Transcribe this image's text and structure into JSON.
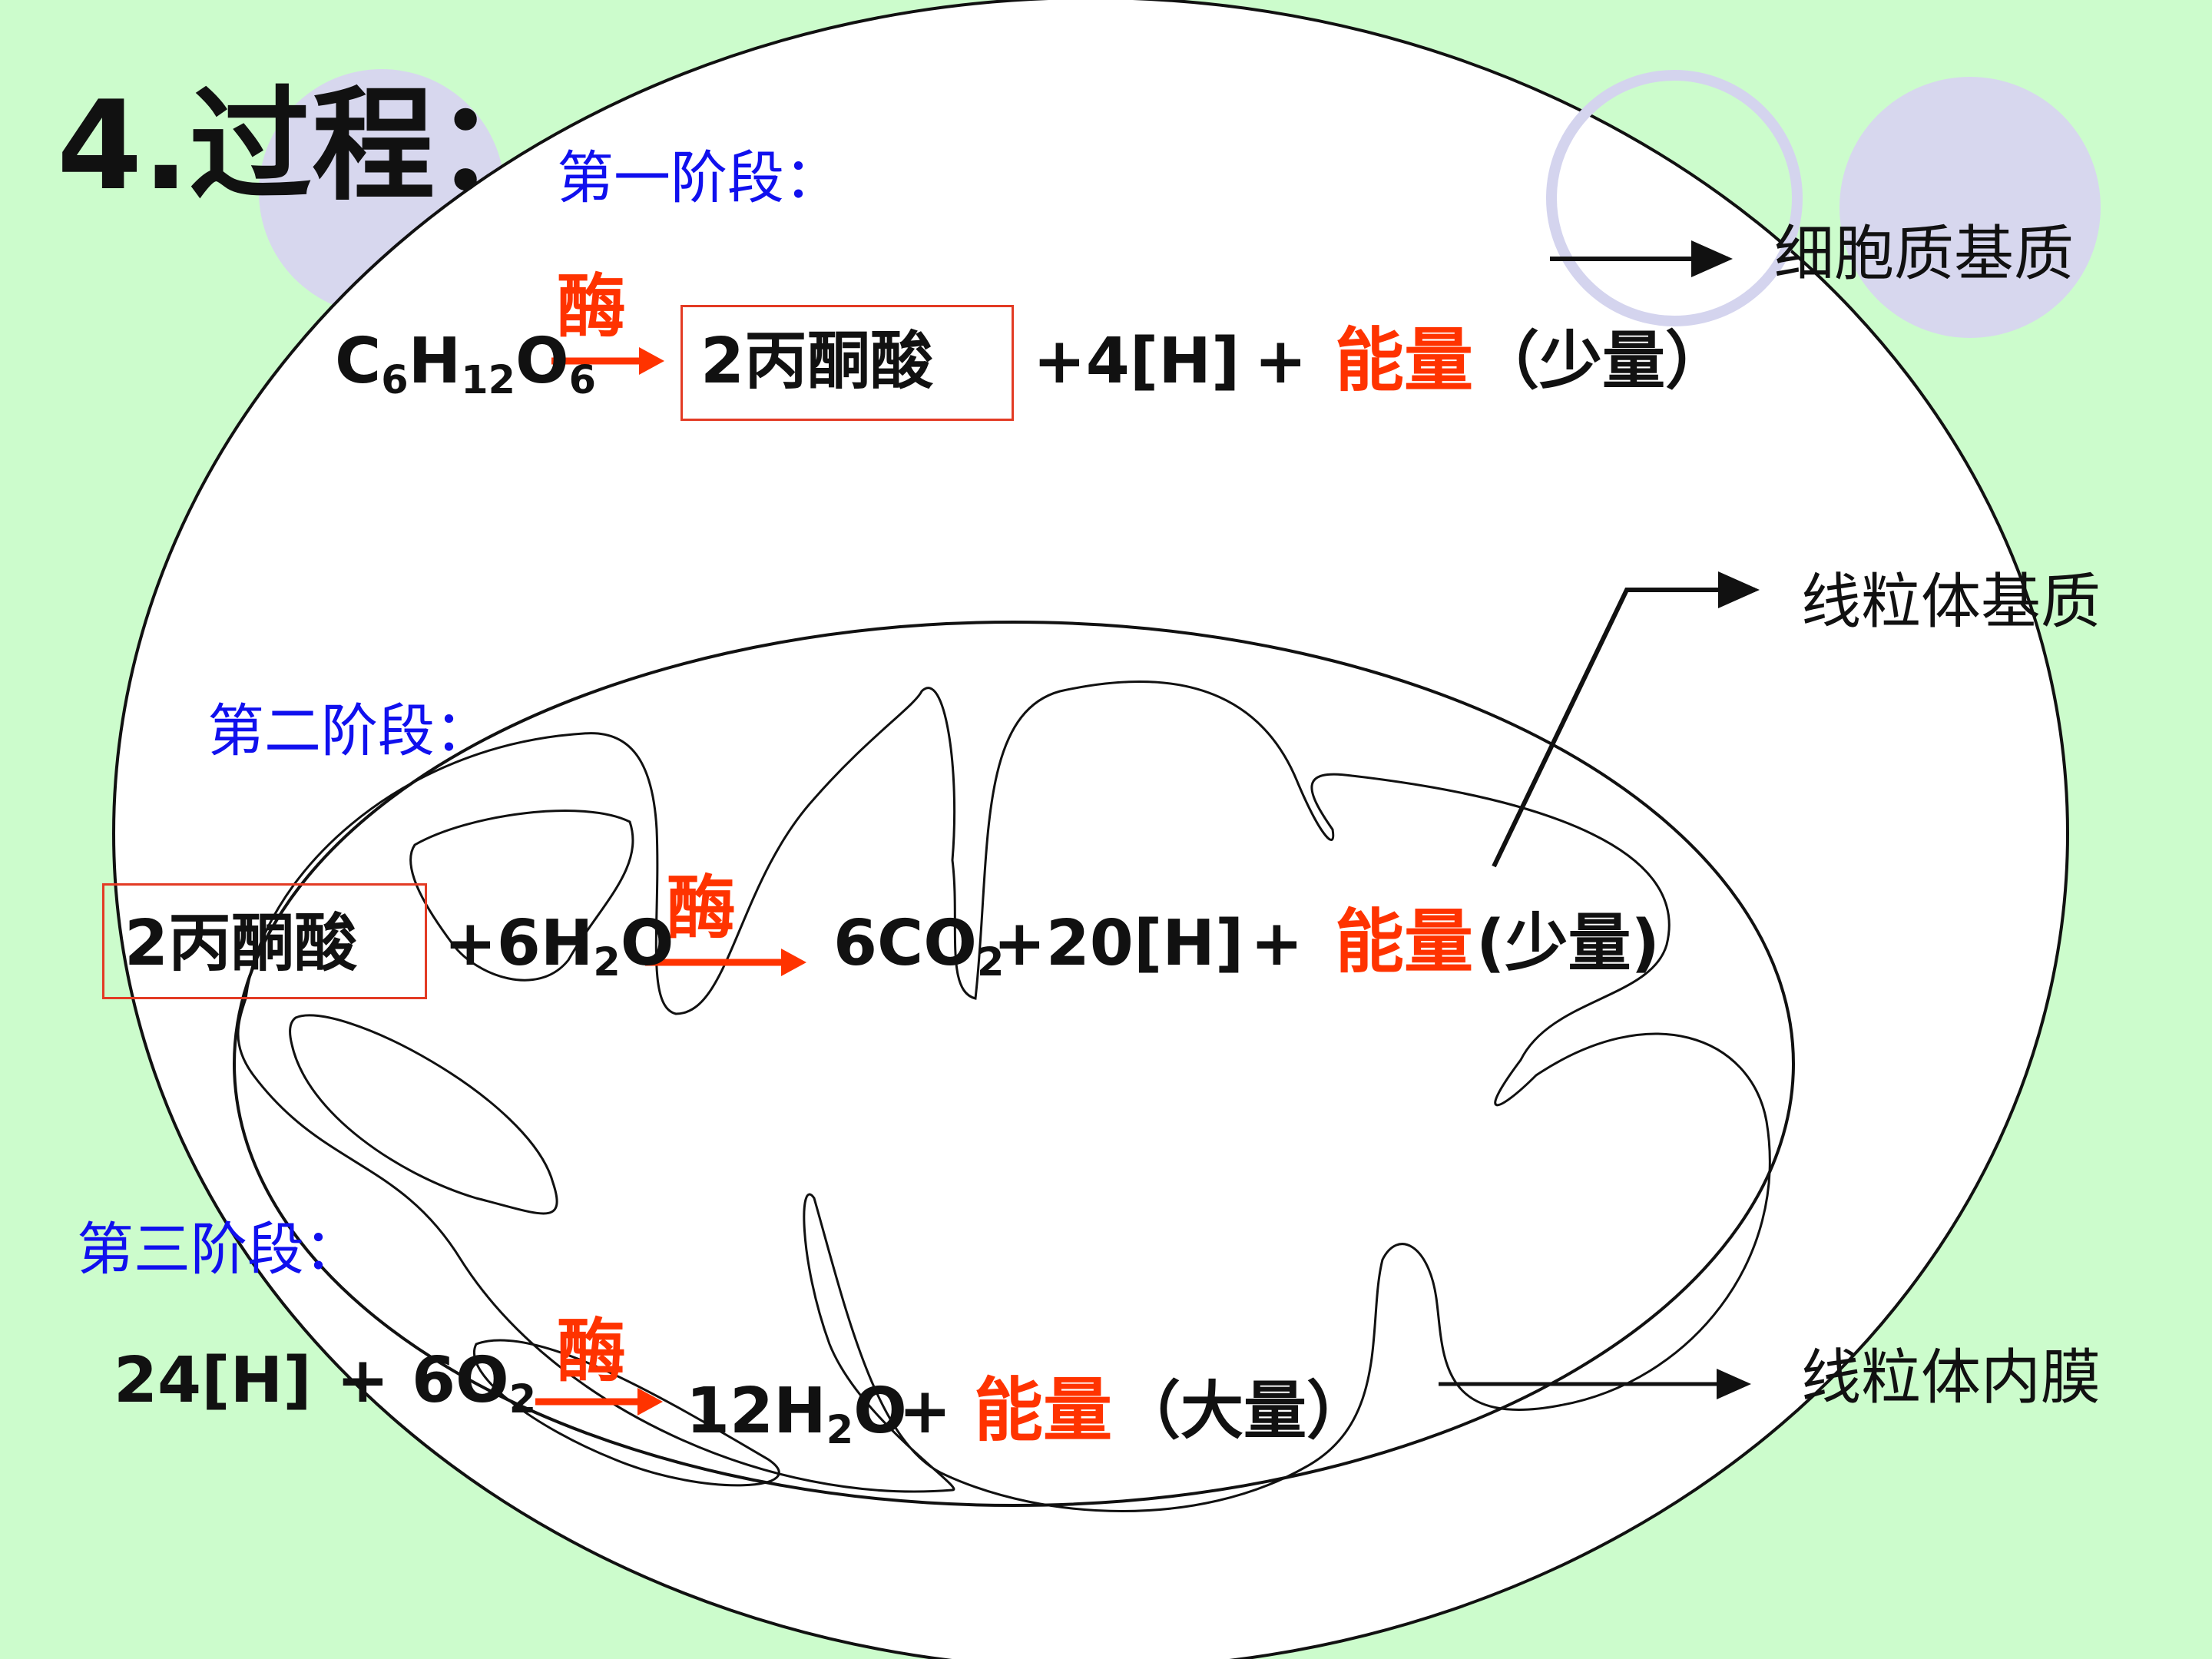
{
  "title": "4.过程：",
  "colors": {
    "background": "#ccfccc",
    "stage": "#1010ee",
    "accent": "#ff3300",
    "circle": "#d7d7ee"
  },
  "stage1": {
    "heading": "第一阶段：",
    "enzyme": "酶",
    "reactant": {
      "c": "C",
      "c6": "6",
      "h": "H",
      "h12": "12",
      "o": "O",
      "o6": "6"
    },
    "product": "2丙酮酸",
    "h": "+4[H]",
    "plus": "+",
    "energy": "能量",
    "amount": "（少量）",
    "location": "细胞质基质"
  },
  "stage2": {
    "heading": "第二阶段：",
    "enzyme": "酶",
    "reactant": "2丙酮酸",
    "water": {
      "prefix": "+6H",
      "sub": "2",
      "suffix": "O"
    },
    "co2": {
      "prefix": "6CO",
      "sub": "2"
    },
    "h": "+20[H]",
    "plus": "+",
    "energy": "能量",
    "amount": "(少量)",
    "location": "线粒体基质"
  },
  "stage3": {
    "heading": "第三阶段：",
    "enzyme": "酶",
    "reactant": {
      "h": "24[H]",
      "plus": "+",
      "o2": "6O",
      "o2sub": "2"
    },
    "water": {
      "prefix": "12H",
      "sub": "2",
      "suffix": "O"
    },
    "plus": "+",
    "energy": "能量",
    "amount": "（大量）",
    "location": "线粒体内膜"
  }
}
